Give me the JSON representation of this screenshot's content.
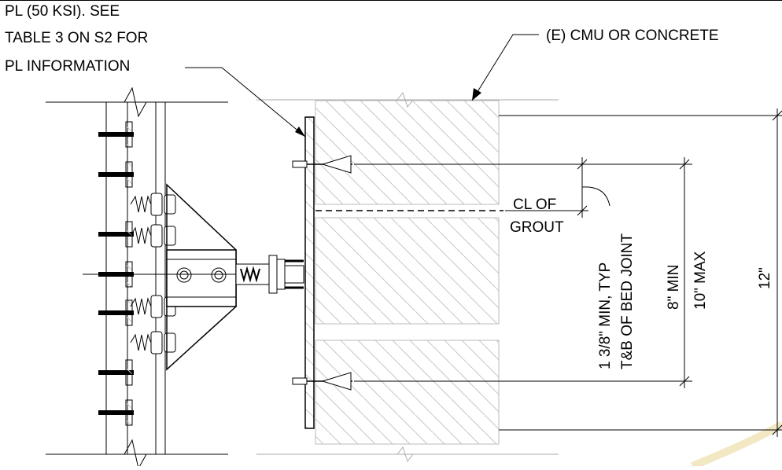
{
  "callouts": {
    "plate_line1": "PL (50 KSI). SEE",
    "plate_line2": "TABLE 3 ON S2 FOR",
    "plate_line3": "PL INFORMATION",
    "masonry": "(E) CMU OR CONCRETE",
    "grout_line1": "CL OF",
    "grout_line2": "GROUT"
  },
  "dimensions": {
    "bed_joint_line1": "1 3/8\" MIN, TYP",
    "bed_joint_line2": "T&B OF BED JOINT",
    "anchor_min": "8\" MIN",
    "anchor_max": "10\" MAX",
    "overall": "12\""
  },
  "colors": {
    "line": "#000000",
    "hatch": "#c7c7c7",
    "watermark": "#f2e9c4"
  },
  "icons": {
    "hatching": "diagonal-hatch-pattern",
    "anchor": "expansion-anchor-icon",
    "spring": "spring-icon",
    "nut": "hex-nut-icon",
    "break": "break-line-icon"
  }
}
